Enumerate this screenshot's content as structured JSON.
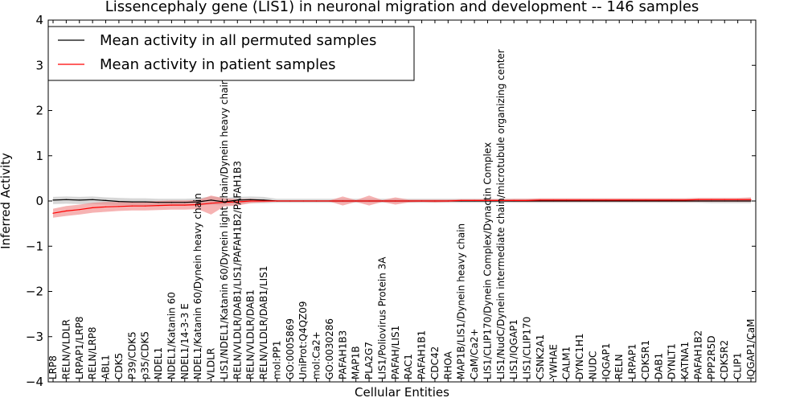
{
  "chart_data": {
    "type": "line",
    "title": "Lissencephaly gene (LIS1) in neuronal migration and development -- 146 samples",
    "xlabel": "Cellular Entities",
    "ylabel": "Inferred Activity",
    "ylim": [
      -4,
      4
    ],
    "yticks": [
      -4,
      -3,
      -2,
      -1,
      0,
      1,
      2,
      3,
      4
    ],
    "grid": false,
    "legend_position": "top-left",
    "categories": [
      "LRP8",
      "RELN/VLDLR",
      "LRPAP1/LRP8",
      "RELN/LRP8",
      "ABL1",
      "CDK5",
      "P39/CDK5",
      "p35/CDK5",
      "NDEL1",
      "NDEL1/Katanin 60",
      "NDEL1/14-3-3 E",
      "NDEL1/Katanin 60/Dynein heavy chain",
      "VLDLR",
      "LIS1/NDEL1/Katanin 60/Dynein light chain/Dynein heavy chain",
      "RELN/VLDLR/DAB1/LIS1/PAFAH1B2/PAFAH1B3",
      "RELN/VLDLR/DAB1",
      "RELN/VLDLR/DAB1/LIS1",
      "mol:PP1",
      "GO:0005869",
      "UniProt:Q4QZ09",
      "mol:Ca2+",
      "GO:0030286",
      "PAFAH1B3",
      "MAP1B",
      "PLA2G7",
      "LIS1/Poliovirus Protein 3A",
      "PAFAH/LIS1",
      "RAC1",
      "PAFAH1B1",
      "CDC42",
      "RHOA",
      "MAP1B/LIS1/Dynein heavy chain",
      "CaM/Ca2+",
      "LIS1/CLIP170/Dynein Complex/Dynactin Complex",
      "LIS1/NudC/Dynein intermediate chain/microtubule organizing center",
      "LIS1/IQGAP1",
      "LIS1/CLIP170",
      "CSNK2A1",
      "YWHAE",
      "CALM1",
      "DYNC1H1",
      "NUDC",
      "IQGAP1",
      "RELN",
      "LRPAP1",
      "CDK5R1",
      "DAB1",
      "DYNLT1",
      "KATNA1",
      "PAFAH1B2",
      "PPP2R5D",
      "CDK5R2",
      "CLIP1",
      "IQGAP1/CaM"
    ],
    "series": [
      {
        "name": "Mean activity in all permuted samples",
        "color": "#000000",
        "band_color": "#b0b0b0",
        "values": [
          0.02,
          0.03,
          0.02,
          0.03,
          0.01,
          -0.01,
          -0.02,
          -0.02,
          -0.03,
          -0.03,
          -0.03,
          -0.02,
          0.02,
          -0.02,
          0.02,
          0.03,
          0.02,
          0.0,
          0.0,
          0.0,
          0.0,
          0.0,
          0.0,
          0.0,
          0.0,
          0.0,
          0.0,
          0.0,
          0.0,
          0.0,
          0.0,
          0.0,
          0.0,
          0.0,
          0.0,
          0.0,
          0.0,
          0.0,
          0.0,
          0.0,
          0.0,
          0.0,
          0.0,
          0.0,
          0.0,
          0.0,
          0.0,
          0.0,
          0.0,
          0.0,
          0.0,
          0.0,
          0.0,
          0.0
        ],
        "lower": [
          -0.07,
          -0.06,
          -0.07,
          -0.07,
          -0.08,
          -0.09,
          -0.1,
          -0.1,
          -0.1,
          -0.1,
          -0.1,
          -0.1,
          -0.08,
          -0.1,
          -0.06,
          -0.05,
          -0.05,
          -0.04,
          -0.04,
          -0.04,
          -0.04,
          -0.04,
          -0.04,
          -0.04,
          -0.04,
          -0.04,
          -0.04,
          -0.04,
          -0.04,
          -0.04,
          -0.04,
          -0.04,
          -0.04,
          -0.04,
          -0.04,
          -0.04,
          -0.04,
          -0.04,
          -0.04,
          -0.04,
          -0.04,
          -0.04,
          -0.04,
          -0.04,
          -0.04,
          -0.04,
          -0.04,
          -0.04,
          -0.04,
          -0.04,
          -0.05,
          -0.05,
          -0.05,
          -0.05
        ],
        "upper": [
          0.09,
          0.1,
          0.09,
          0.1,
          0.08,
          0.07,
          0.06,
          0.06,
          0.05,
          0.05,
          0.05,
          0.06,
          0.1,
          0.07,
          0.09,
          0.1,
          0.09,
          0.05,
          0.05,
          0.05,
          0.05,
          0.05,
          0.05,
          0.05,
          0.05,
          0.05,
          0.05,
          0.05,
          0.05,
          0.05,
          0.05,
          0.05,
          0.05,
          0.05,
          0.05,
          0.05,
          0.05,
          0.05,
          0.05,
          0.05,
          0.05,
          0.05,
          0.05,
          0.05,
          0.05,
          0.05,
          0.05,
          0.05,
          0.05,
          0.05,
          0.05,
          0.05,
          0.05,
          0.06
        ]
      },
      {
        "name": "Mean activity in patient samples",
        "color": "#ff0000",
        "band_color": "#f08080",
        "values": [
          -0.27,
          -0.22,
          -0.19,
          -0.15,
          -0.13,
          -0.12,
          -0.11,
          -0.11,
          -0.1,
          -0.09,
          -0.09,
          -0.08,
          -0.05,
          -0.03,
          -0.02,
          0.0,
          0.0,
          0.0,
          0.0,
          0.0,
          0.0,
          0.0,
          0.0,
          0.0,
          0.0,
          0.0,
          0.0,
          0.0,
          0.0,
          0.0,
          0.0,
          0.01,
          0.01,
          0.01,
          0.01,
          0.01,
          0.01,
          0.02,
          0.02,
          0.02,
          0.02,
          0.02,
          0.02,
          0.02,
          0.02,
          0.02,
          0.02,
          0.02,
          0.02,
          0.03,
          0.03,
          0.03,
          0.03,
          0.03
        ],
        "lower": [
          -0.37,
          -0.33,
          -0.3,
          -0.26,
          -0.24,
          -0.22,
          -0.21,
          -0.21,
          -0.2,
          -0.19,
          -0.19,
          -0.18,
          -0.3,
          -0.12,
          -0.1,
          -0.05,
          -0.03,
          -0.01,
          -0.01,
          -0.01,
          -0.01,
          -0.01,
          -0.1,
          -0.02,
          -0.1,
          -0.02,
          -0.08,
          -0.03,
          -0.02,
          -0.03,
          -0.02,
          -0.01,
          -0.01,
          -0.01,
          -0.01,
          -0.02,
          -0.02,
          -0.02,
          -0.02,
          -0.02,
          -0.02,
          -0.02,
          -0.02,
          -0.02,
          -0.02,
          -0.02,
          -0.02,
          -0.02,
          -0.02,
          -0.02,
          -0.02,
          -0.02,
          -0.02,
          -0.02
        ],
        "upper": [
          -0.17,
          -0.11,
          -0.08,
          -0.04,
          -0.02,
          -0.02,
          -0.01,
          -0.01,
          0.0,
          0.01,
          0.01,
          0.02,
          0.12,
          0.06,
          0.04,
          0.05,
          0.03,
          0.01,
          0.01,
          0.01,
          0.01,
          0.01,
          0.1,
          0.02,
          0.12,
          0.02,
          0.08,
          0.03,
          0.03,
          0.03,
          0.03,
          0.04,
          0.04,
          0.04,
          0.04,
          0.05,
          0.05,
          0.06,
          0.06,
          0.06,
          0.06,
          0.06,
          0.06,
          0.06,
          0.06,
          0.06,
          0.06,
          0.06,
          0.06,
          0.07,
          0.07,
          0.07,
          0.07,
          0.08
        ]
      }
    ]
  }
}
